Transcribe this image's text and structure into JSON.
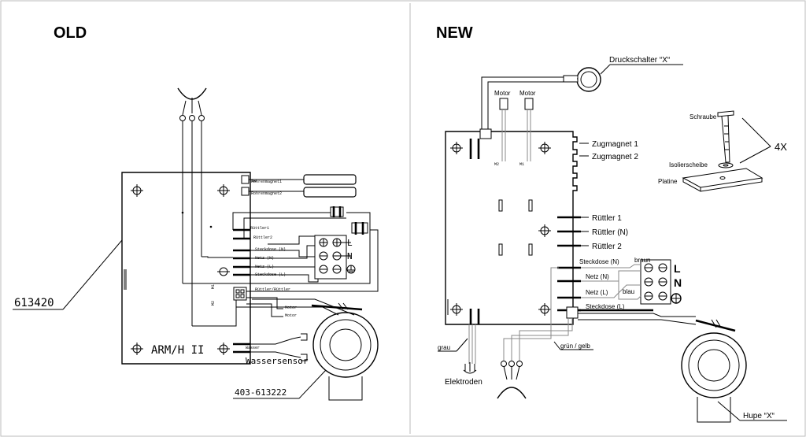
{
  "old": {
    "heading": "OLD",
    "label_613420": "613420",
    "label_armh": "ARM/H II",
    "label_wassersensor": "Wassersensor",
    "label_403": "403-613222",
    "labels_small": {
      "rohrmagnet1": "Rohrenmagnet1",
      "rohrmagnet2": "Rohrenmagnet2",
      "ruettler1": "Rüttler1",
      "ruettler2": "Rüttler2",
      "steckdose_n": "Steckdose (N)",
      "netz_n": "Netz (N)",
      "netz_l": "Netz (L)",
      "steckdose_l": "Steckdose (L)",
      "ruettler_ruettler": "Rüttler/Rüttler",
      "motor1": "Motor",
      "motor2": "Motor",
      "wasser": "Wasser",
      "m1": "M1",
      "m2": "M2"
    },
    "terminal_L": "L",
    "terminal_N": "N"
  },
  "new": {
    "heading": "NEW",
    "druckschalter": "Druckschalter “X“",
    "motor1": "Motor",
    "motor2": "Motor",
    "m2": "M2",
    "m1": "M1",
    "zugmagnet1": "Zugmagnet 1",
    "zugmagnet2": "Zugmagnet 2",
    "ruettler1": "Rüttler 1",
    "ruettler_n": "Rüttler (N)",
    "ruettler2": "Rüttler 2",
    "steckdose_n": "Steckdose (N)",
    "netz_n": "Netz (N)",
    "netz_l": "Netz (L)",
    "steckdose_l": "Steckdose (L)",
    "braun": "braun",
    "blau": "blau",
    "terminal_L": "L",
    "terminal_N": "N",
    "grau": "grau",
    "gruen_gelb": "grün / gelb",
    "elektroden": "Elektroden",
    "hupe": "Hupe “X“",
    "schraube": "Schraube",
    "isolierscheibe": "Isolierscheibe",
    "platine": "Platine",
    "count_4x": "4X"
  }
}
